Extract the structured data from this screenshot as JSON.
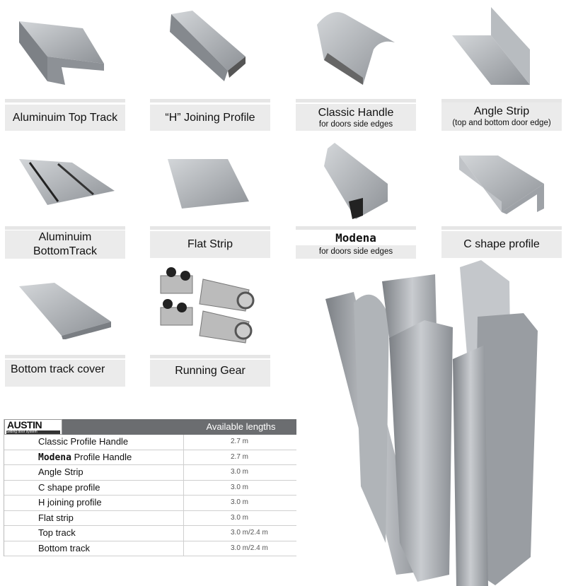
{
  "products": [
    {
      "title": "Aluminuim Top Track",
      "subtitle": ""
    },
    {
      "title": "“H” Joining Profile",
      "subtitle": ""
    },
    {
      "title": "Classic Handle",
      "subtitle": "for doors side edges"
    },
    {
      "title": "Angle Strip",
      "subtitle": "(top and bottom door edge)"
    },
    {
      "title": "Aluminuim",
      "title2": "BottomTrack"
    },
    {
      "title": "Flat Strip"
    },
    {
      "title": "Modena",
      "subtitle": "for doors side edges"
    },
    {
      "title": "C shape profile"
    },
    {
      "title": "Bottom track cover"
    },
    {
      "title": "Running Gear"
    }
  ],
  "table": {
    "logo": "AUSTIN",
    "logo_tagline": "Sliding door system",
    "header": "Available lengths",
    "rows": [
      {
        "name_prefix": "",
        "name": "Classic Profile Handle",
        "length": "2.7 m"
      },
      {
        "name_prefix": "Modena",
        "name": " Profile Handle",
        "length": "2.7 m"
      },
      {
        "name_prefix": "",
        "name": "Angle Strip",
        "length": "3.0 m"
      },
      {
        "name_prefix": "",
        "name": "C shape profile",
        "length": "3.0 m"
      },
      {
        "name_prefix": "",
        "name": "H joining profile",
        "length": "3.0 m"
      },
      {
        "name_prefix": "",
        "name": "Flat strip",
        "length": "3.0 m"
      },
      {
        "name_prefix": "",
        "name": "Top track",
        "length": "3.0 m/2.4 m"
      },
      {
        "name_prefix": "",
        "name": "Bottom track",
        "length": "3.0 m/2.4 m"
      }
    ]
  },
  "colors": {
    "metal": "#a9adb2",
    "metal_dark": "#6e7277",
    "label_bg": "#ebebeb",
    "header_bg": "#6b6d70"
  }
}
